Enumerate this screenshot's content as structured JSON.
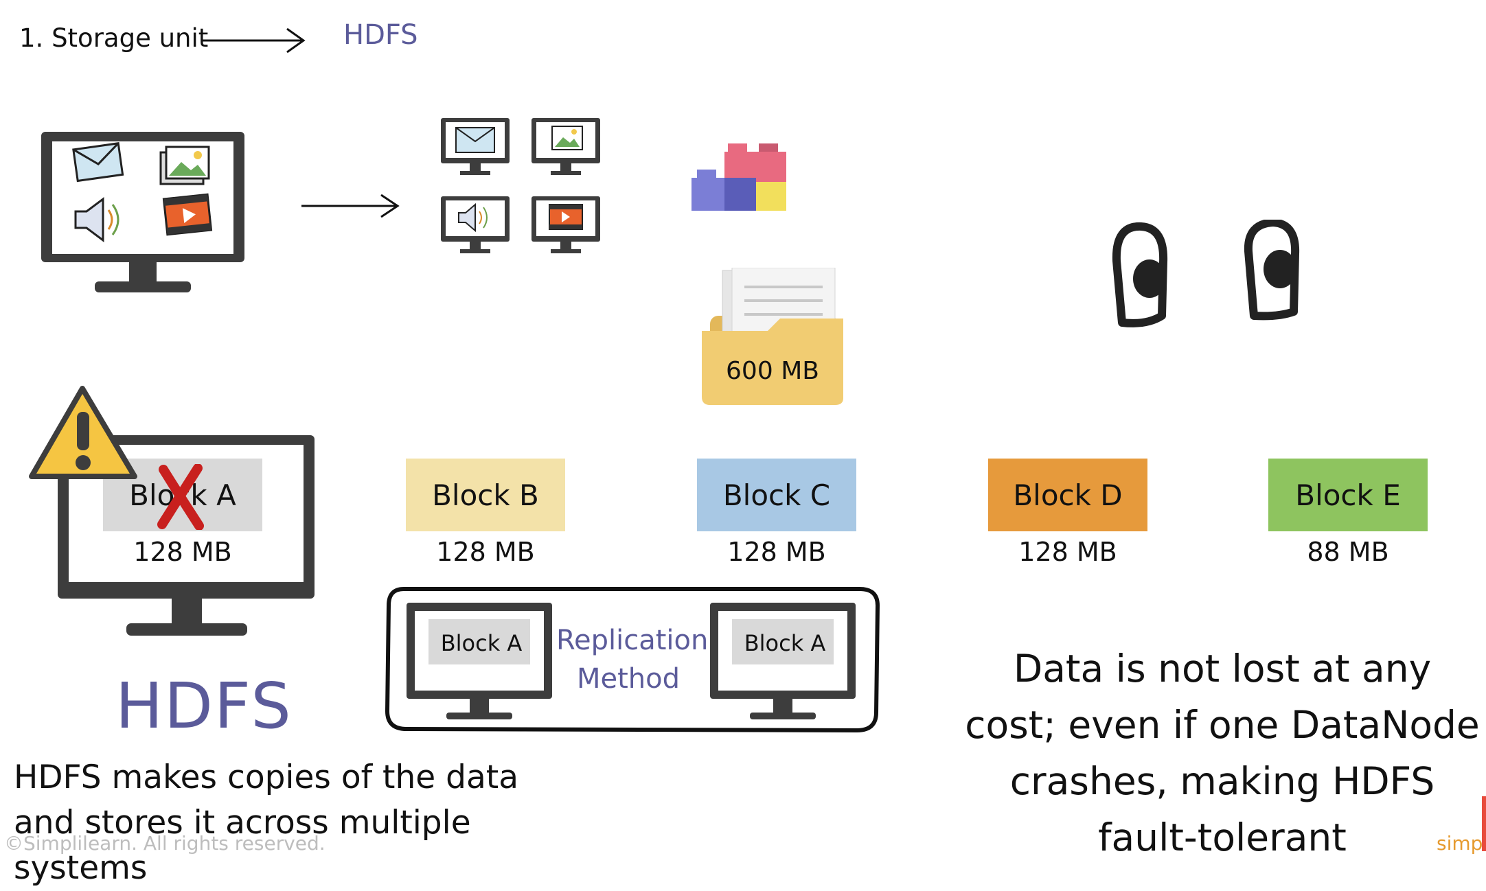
{
  "header": {
    "step_label": "1. Storage unit",
    "target_label": "HDFS"
  },
  "folder": {
    "size_label": "600 MB"
  },
  "blocks": [
    {
      "label": "Block A",
      "size": "128 MB",
      "color": "#d9d9d9",
      "status": "crossed-out"
    },
    {
      "label": "Block B",
      "size": "128 MB",
      "color": "#f3e2a9"
    },
    {
      "label": "Block C",
      "size": "128 MB",
      "color": "#a8c8e4"
    },
    {
      "label": "Block D",
      "size": "128 MB",
      "color": "#e69a3c"
    },
    {
      "label": "Block E",
      "size": "88 MB",
      "color": "#8ec45f"
    }
  ],
  "replication": {
    "label": "Replication Method",
    "left_block": "Block A",
    "right_block": "Block A"
  },
  "hdfs_title": "HDFS",
  "description_left": "HDFS makes copies of the data and stores it across multiple systems",
  "description_right": "Data is not lost at any cost; even if one DataNode crashes, making HDFS fault-tolerant",
  "footer": {
    "copyright": "©Simplilearn. All rights reserved.",
    "brand": "simpl"
  },
  "colors": {
    "accent_text": "#5b5b9a",
    "monitor": "#3d3d3d",
    "warning": "#f5c542"
  },
  "icons": [
    "email-icon",
    "image-icon",
    "speaker-icon",
    "video-icon",
    "lego-blocks-icon",
    "folder-icon",
    "eyes-icon",
    "warning-icon",
    "cross-icon",
    "arrow-icon"
  ]
}
